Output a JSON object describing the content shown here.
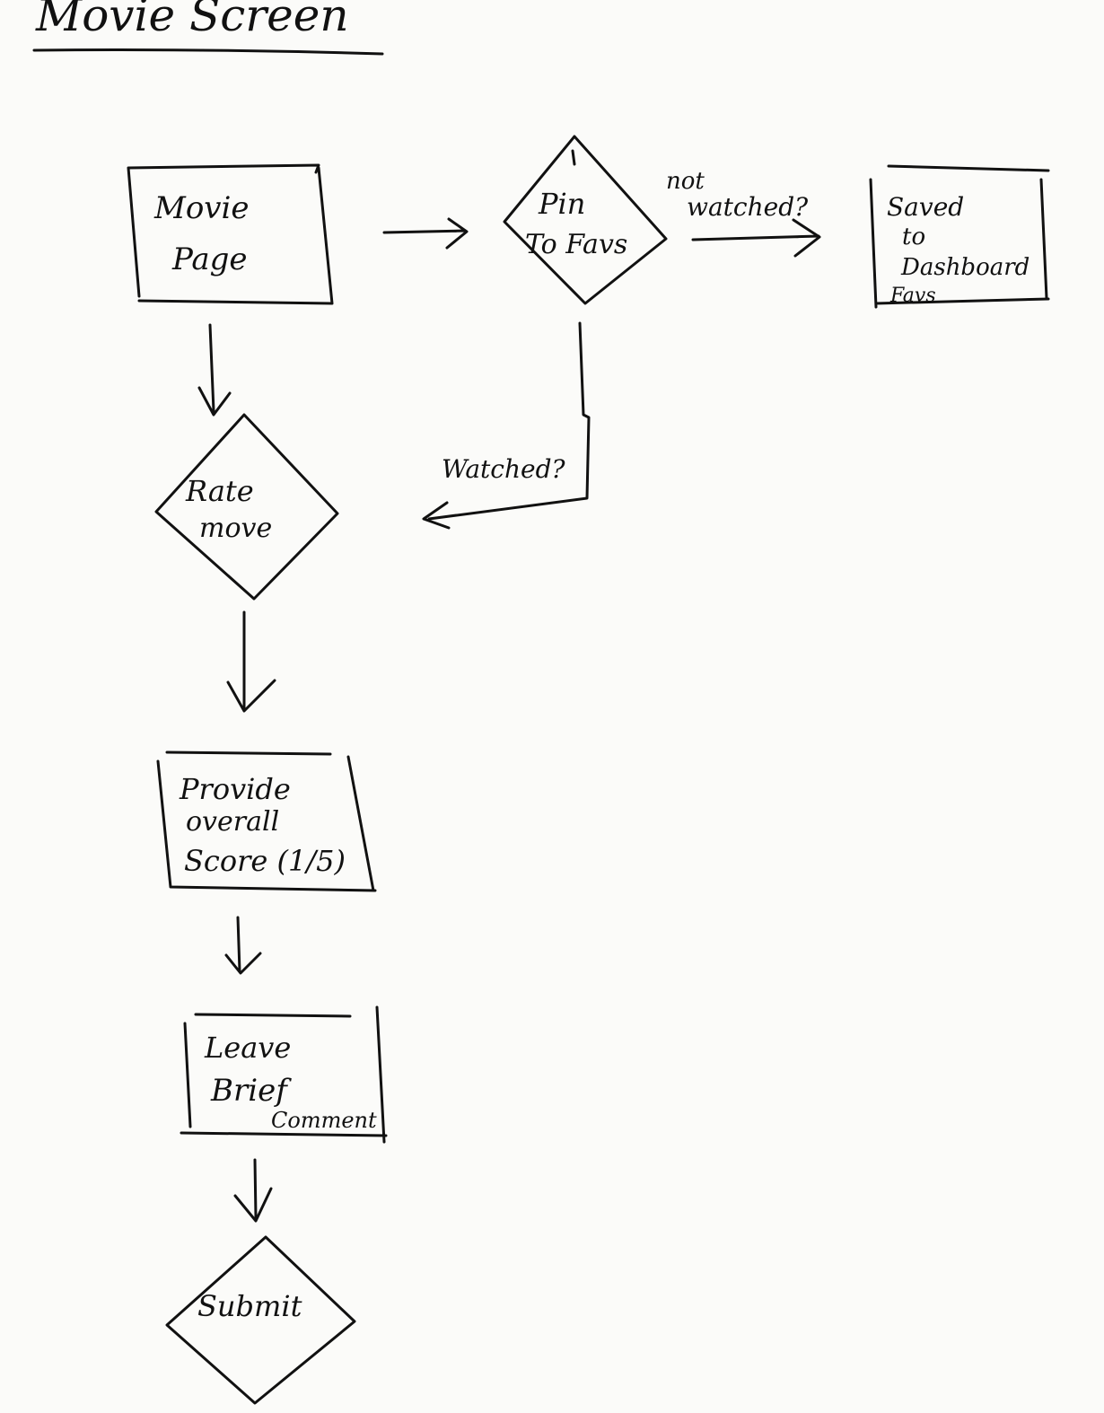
{
  "title": "Movie Screen",
  "nodes": {
    "movie_page": {
      "type": "process",
      "lines": [
        "Movie",
        "Page"
      ]
    },
    "pin_to_favs": {
      "type": "decision",
      "lines": [
        "Pin",
        "To Favs"
      ]
    },
    "saved": {
      "type": "process",
      "lines": [
        "Saved",
        "to",
        "Dashboard",
        "Favs"
      ]
    },
    "rate_movie": {
      "type": "decision",
      "lines": [
        "Rate",
        "move"
      ]
    },
    "provide_score": {
      "type": "process",
      "lines": [
        "Provide",
        "overall",
        "Score (1/5)"
      ]
    },
    "leave_comment": {
      "type": "process",
      "lines": [
        "Leave",
        "Brief",
        "Comment"
      ]
    },
    "submit": {
      "type": "decision",
      "lines": [
        "Submit"
      ]
    }
  },
  "edges": {
    "not_watched": {
      "from": "pin_to_favs",
      "to": "saved",
      "label": [
        "not",
        "watched?"
      ]
    },
    "watched": {
      "from": "pin_to_favs",
      "to": "rate_movie",
      "label": [
        "Watched?"
      ]
    },
    "page_to_pin": {
      "from": "movie_page",
      "to": "pin_to_favs",
      "label": []
    },
    "page_to_rate": {
      "from": "movie_page",
      "to": "rate_movie",
      "label": []
    },
    "rate_to_score": {
      "from": "rate_movie",
      "to": "provide_score",
      "label": []
    },
    "score_to_comment": {
      "from": "provide_score",
      "to": "leave_comment",
      "label": []
    },
    "comment_to_submit": {
      "from": "leave_comment",
      "to": "submit",
      "label": []
    }
  }
}
